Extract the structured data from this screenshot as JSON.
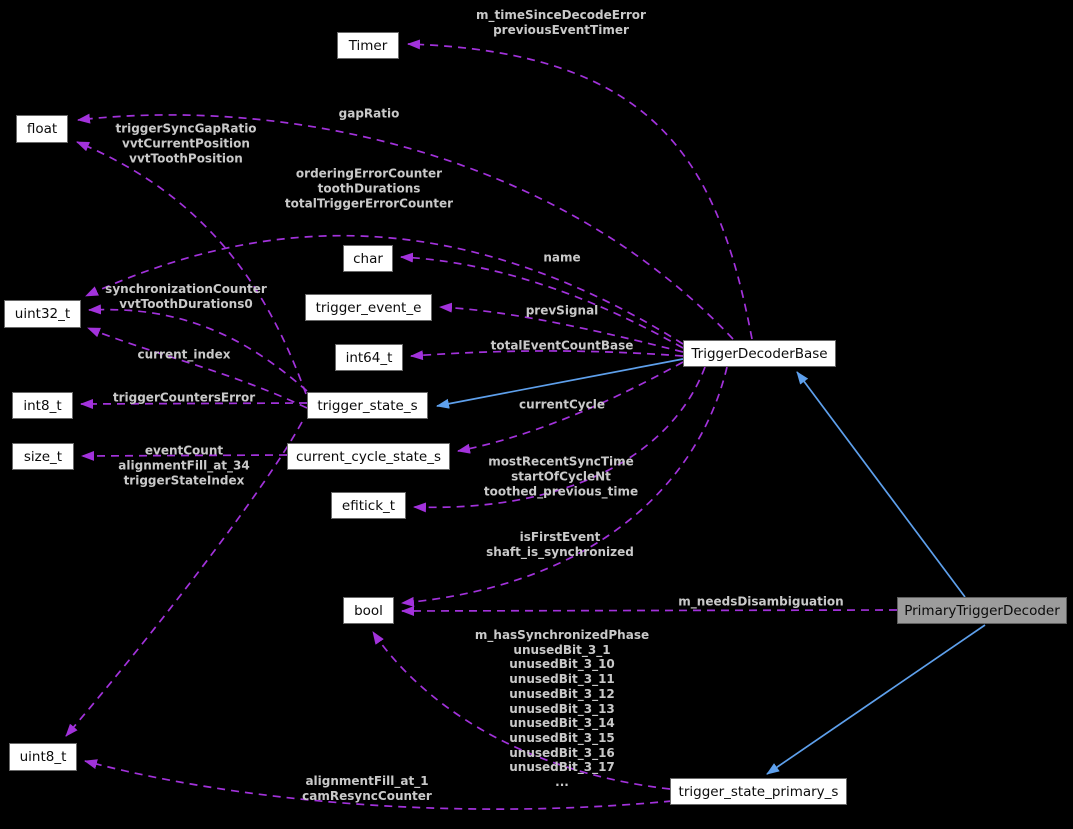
{
  "diagram": {
    "type": "collaboration-graph",
    "background": "#000000",
    "usage_edge_color": "#A232DB",
    "inheritance_edge_color": "#5EA0EC",
    "node_fill": "#ffffff",
    "node_fill_highlighted": "#9c9c9c",
    "node_border": "#696969",
    "edge_label_color": "#c9c9c9",
    "highlighted_node": "PrimaryTriggerDecoder"
  },
  "nodes": {
    "timer": {
      "label": "Timer"
    },
    "float": {
      "label": "float"
    },
    "uint32_t": {
      "label": "uint32_t"
    },
    "int8_t": {
      "label": "int8_t"
    },
    "size_t": {
      "label": "size_t"
    },
    "uint8_t": {
      "label": "uint8_t"
    },
    "char": {
      "label": "char"
    },
    "trigger_event_e": {
      "label": "trigger_event_e"
    },
    "int64_t": {
      "label": "int64_t"
    },
    "trigger_state_s": {
      "label": "trigger_state_s"
    },
    "current_cycle_state_s": {
      "label": "current_cycle_state_s"
    },
    "efitick_t": {
      "label": "efitick_t"
    },
    "bool": {
      "label": "bool"
    },
    "trigger_decoder_base": {
      "label": "TriggerDecoderBase"
    },
    "primary_trigger_decoder": {
      "label": "PrimaryTriggerDecoder"
    },
    "trigger_state_primary_s": {
      "label": "trigger_state_primary_s"
    }
  },
  "edge_labels": {
    "to_timer": {
      "text": "m_timeSinceDecodeError\npreviousEventTimer"
    },
    "gap_ratio": {
      "text": "gapRatio"
    },
    "to_float": {
      "text": "triggerSyncGapRatio\nvvtCurrentPosition\nvvtToothPosition"
    },
    "to_uint32_counters": {
      "text": "orderingErrorCounter\ntoothDurations\ntotalTriggerErrorCounter"
    },
    "name": {
      "text": "name"
    },
    "to_uint32_sync": {
      "text": "synchronizationCounter\nvvtToothDurations0"
    },
    "current_index": {
      "text": "current_index"
    },
    "prev_signal": {
      "text": "prevSignal"
    },
    "total_event_count_base": {
      "text": "totalEventCountBase"
    },
    "trigger_counters_error": {
      "text": "triggerCountersError"
    },
    "current_cycle": {
      "text": "currentCycle"
    },
    "to_size_t": {
      "text": "eventCount\nalignmentFill_at_34\ntriggerStateIndex"
    },
    "to_efitick": {
      "text": "mostRecentSyncTime\nstartOfCycleNt\ntoothed_previous_time"
    },
    "to_bool_first_event": {
      "text": "isFirstEvent\nshaft_is_synchronized"
    },
    "needs_disambiguation": {
      "text": "m_needsDisambiguation"
    },
    "to_bool_bits": {
      "text": "m_hasSynchronizedPhase\nunusedBit_3_1\nunusedBit_3_10\nunusedBit_3_11\nunusedBit_3_12\nunusedBit_3_13\nunusedBit_3_14\nunusedBit_3_15\nunusedBit_3_16\nunusedBit_3_17\n..."
    },
    "to_uint8": {
      "text": "alignmentFill_at_1\ncamResyncCounter"
    }
  }
}
